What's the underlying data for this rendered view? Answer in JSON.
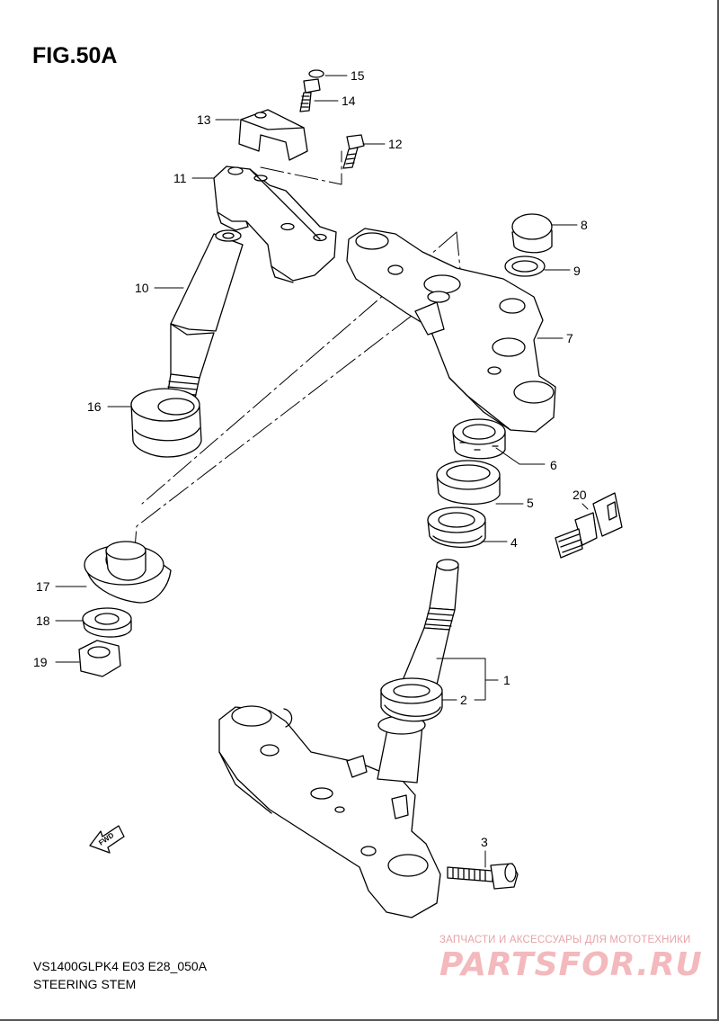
{
  "figure": {
    "title": "FIG.50A",
    "model_code": "VS1400GLPK4 E03 E28_050A",
    "name": "STEERING STEM"
  },
  "callouts": [
    {
      "id": "c1",
      "label": "1"
    },
    {
      "id": "c2",
      "label": "2"
    },
    {
      "id": "c3",
      "label": "3"
    },
    {
      "id": "c4",
      "label": "4"
    },
    {
      "id": "c5",
      "label": "5"
    },
    {
      "id": "c6",
      "label": "6"
    },
    {
      "id": "c7",
      "label": "7"
    },
    {
      "id": "c8",
      "label": "8"
    },
    {
      "id": "c9",
      "label": "9"
    },
    {
      "id": "c10",
      "label": "10"
    },
    {
      "id": "c11",
      "label": "11"
    },
    {
      "id": "c12",
      "label": "12"
    },
    {
      "id": "c13",
      "label": "13"
    },
    {
      "id": "c14",
      "label": "14"
    },
    {
      "id": "c15",
      "label": "15"
    },
    {
      "id": "c16",
      "label": "16"
    },
    {
      "id": "c17",
      "label": "17"
    },
    {
      "id": "c18",
      "label": "18"
    },
    {
      "id": "c19",
      "label": "19"
    },
    {
      "id": "c20",
      "label": "20"
    }
  ],
  "fwd_arrow": {
    "label": "FWD"
  },
  "watermark": {
    "tagline": "ЗАПЧАСТИ И АКСЕССУАРЫ ДЛЯ МОТОТЕХНИКИ",
    "logo_text": "PARTSFOR.RU",
    "color": "#f3b9bd"
  },
  "colors": {
    "line": "#000000",
    "background": "#ffffff"
  }
}
